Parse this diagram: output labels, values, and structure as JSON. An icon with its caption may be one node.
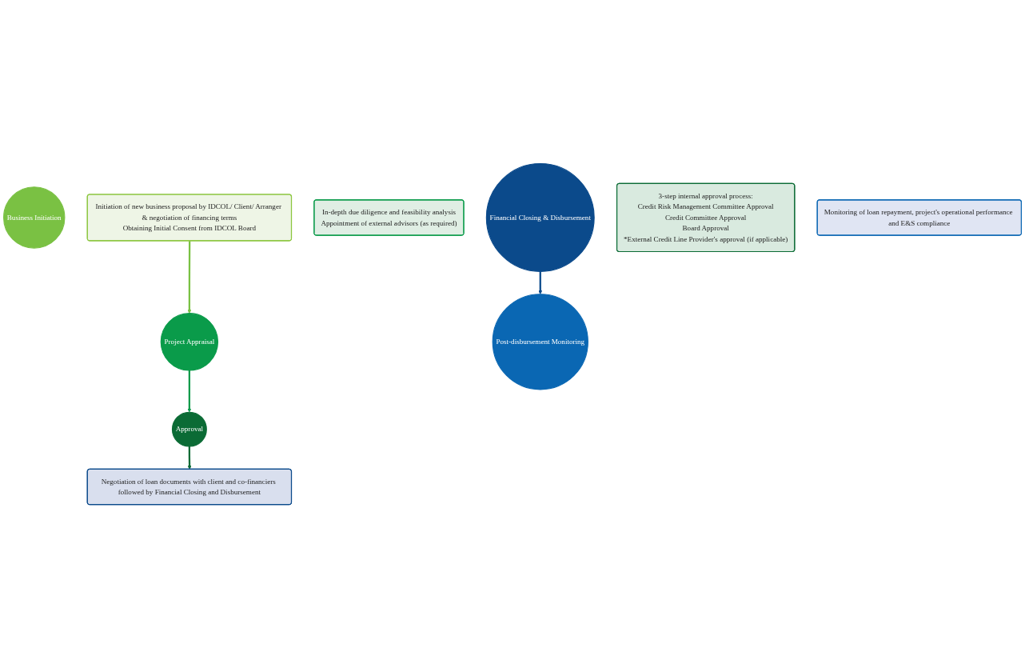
{
  "diagram": {
    "nodes": [
      {
        "text": [
          "Business Initiation"
        ]
      },
      {
        "text": [
          "Initiation of new business proposal by IDCOL/ Client/ Arranger & negotiation of financing terms",
          "Obtaining Initial Consent from IDCOL Board"
        ]
      },
      {
        "text": [
          "Project Appraisal"
        ]
      },
      {
        "text": [
          "In-depth due diligence and feasibility analysis",
          "Appointment of external advisors (as required)"
        ]
      },
      {
        "text": [
          "Financial Closing & Disbursement"
        ]
      },
      {
        "text": [
          "Negotiation of loan documents with client and co-financiers followed by Financial Closing and Disbursement"
        ]
      },
      {
        "text": [
          "Approval"
        ]
      },
      {
        "text": [
          "3-step internal approval process:",
          "Credit Risk Management Committee Approval",
          "Credit Committee Approval",
          "Board Approval",
          "*External Credit Line Provider's approval (if applicable)"
        ]
      },
      {
        "text": [
          "Post-disbursement Monitoring"
        ]
      },
      {
        "text": [
          "Monitoring of loan repayment, project's operational performance and E&S compliance"
        ]
      }
    ],
    "edges": [
      {
        "from": 1,
        "to": 2,
        "arrow": "to",
        "color": "#7ac143"
      },
      {
        "from": 2,
        "to": 6,
        "arrow": "to",
        "color": "#0a9b4a"
      },
      {
        "from": 6,
        "to": 5,
        "arrow": "to",
        "color": "#0b6b35"
      },
      {
        "from": 4,
        "to": 8,
        "arrow": "to",
        "color": "#0b4a8b"
      }
    ]
  }
}
